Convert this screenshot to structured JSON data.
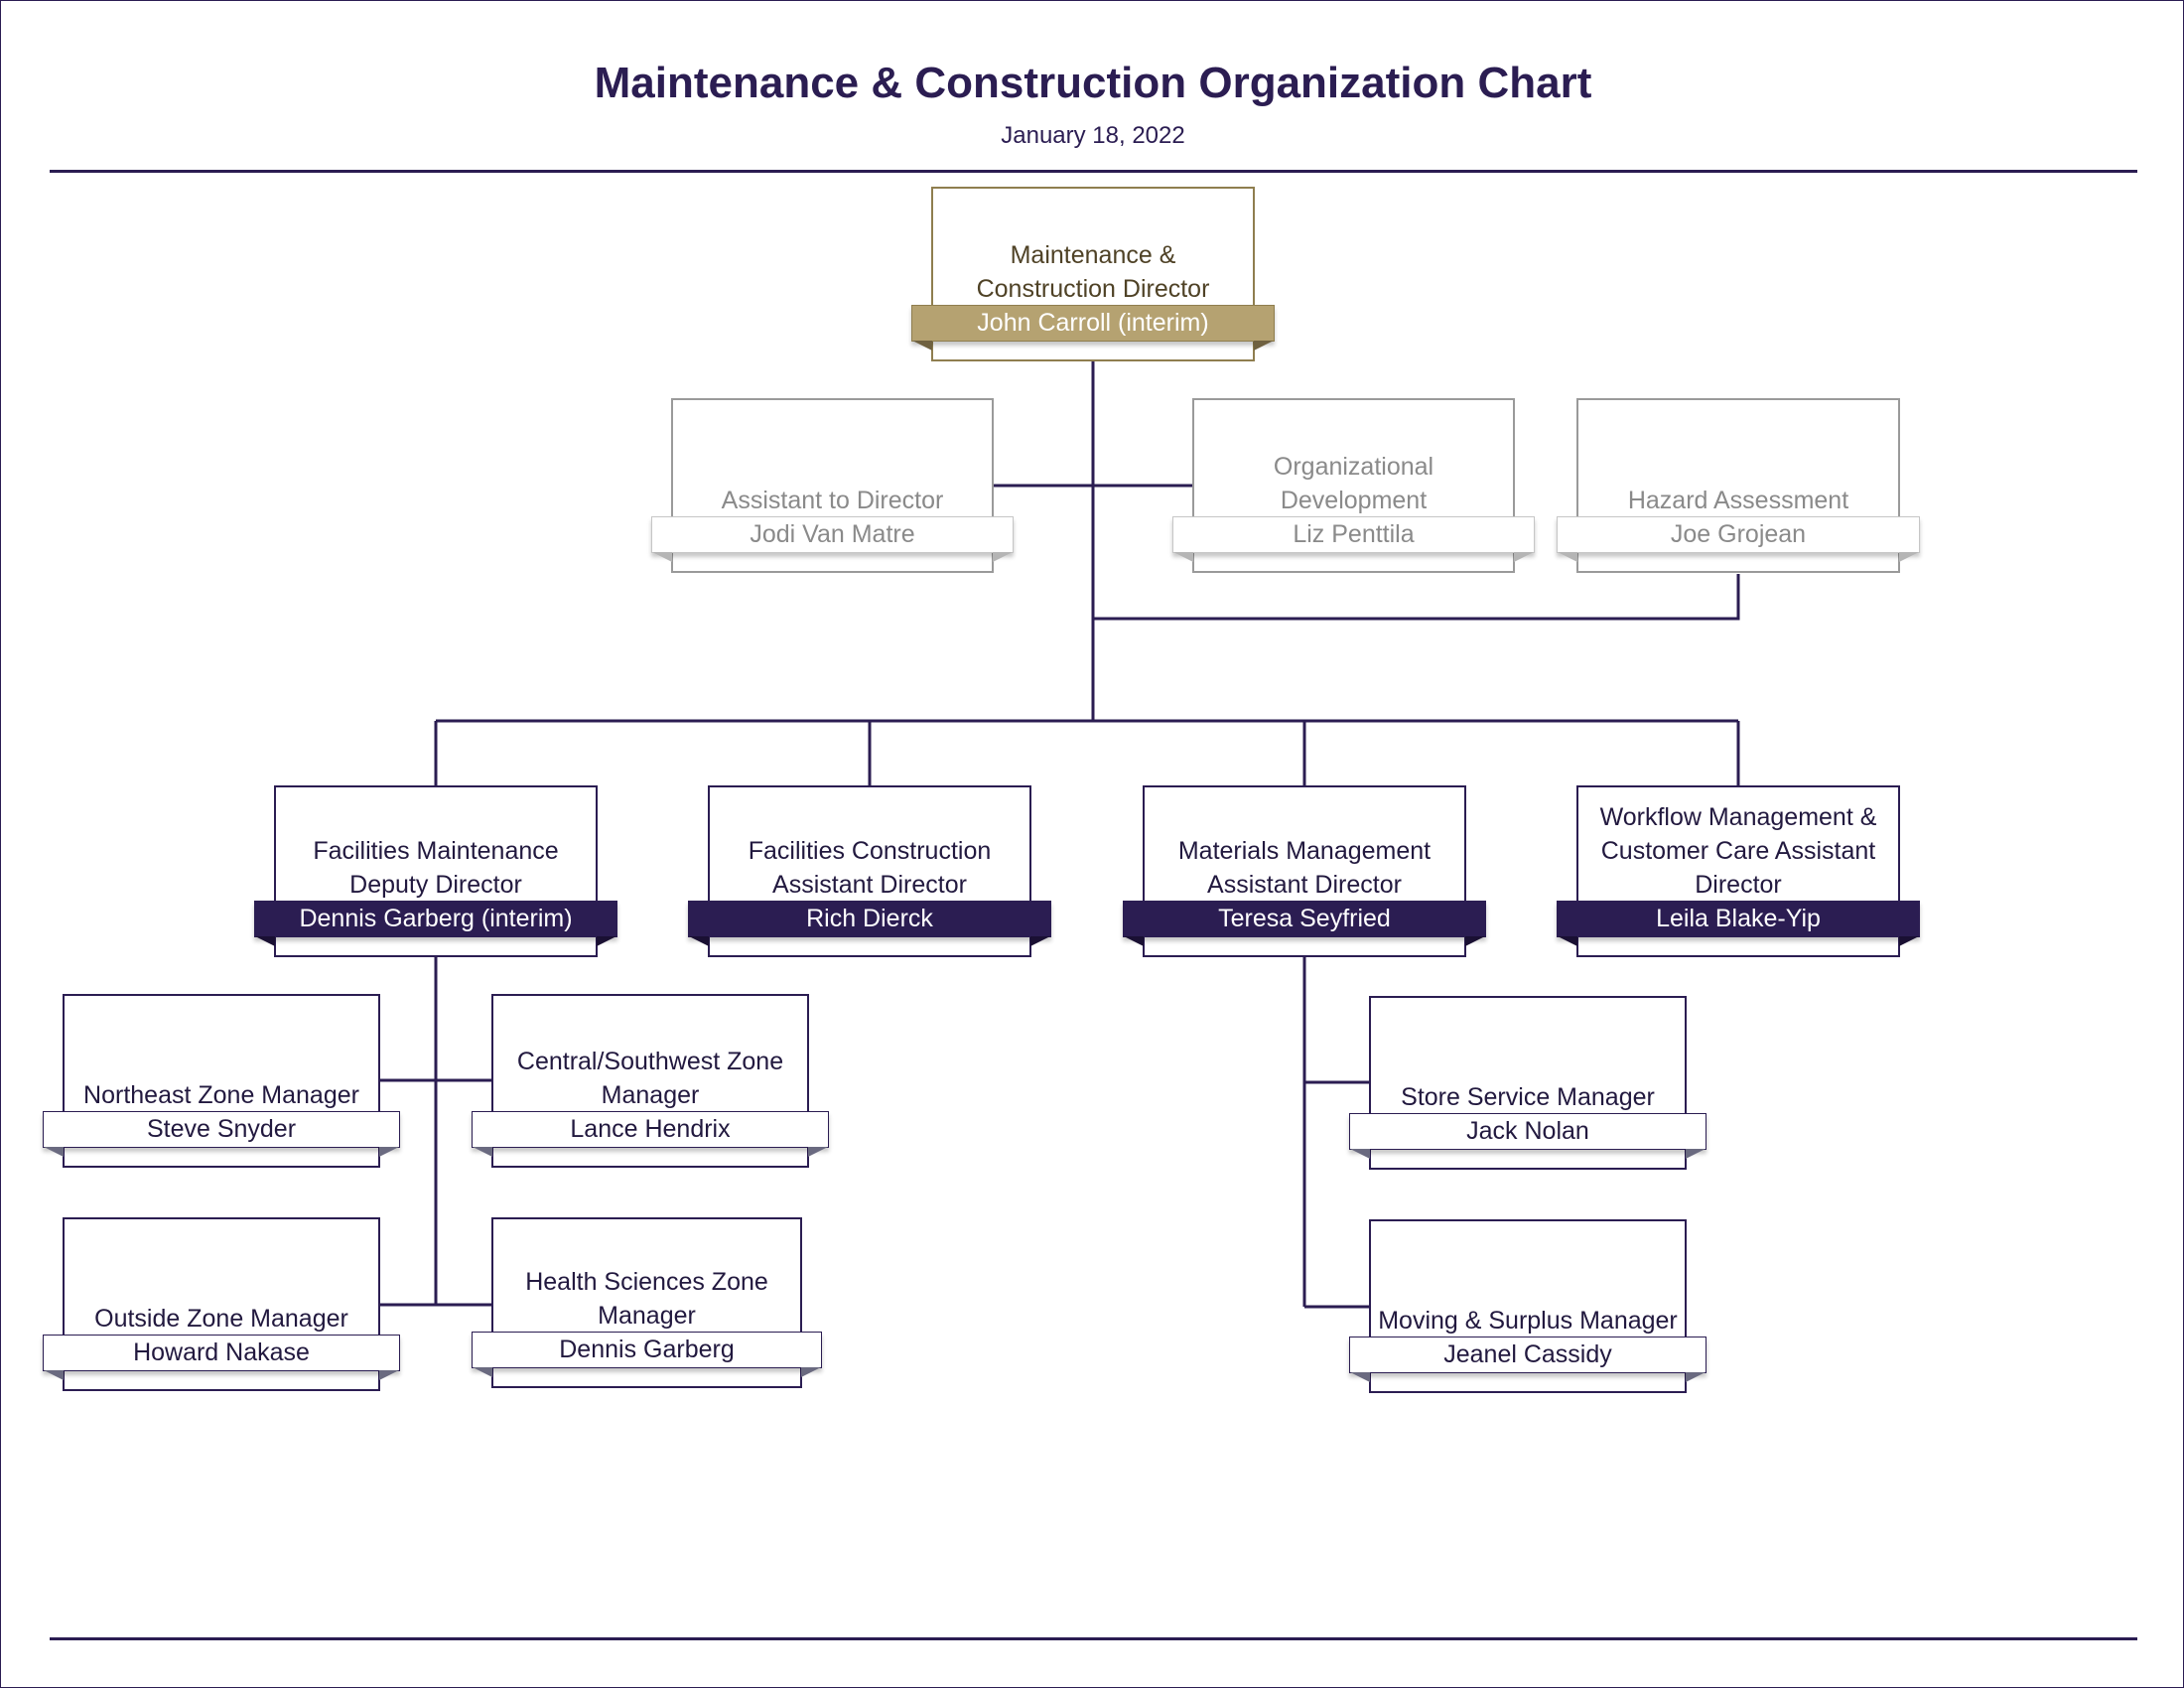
{
  "header": {
    "title": "Maintenance & Construction Organization Chart",
    "date": "January 18, 2022"
  },
  "colors": {
    "primary": "#2b1d52",
    "director_band": "#b5a271",
    "staff_text": "#8a8a8a"
  },
  "director": {
    "role": "Maintenance & Construction Director",
    "name": "John Carroll (interim)"
  },
  "staff": [
    {
      "role": "Assistant to Director",
      "name": "Jodi Van Matre"
    },
    {
      "role": "Organizational Development",
      "name": "Liz Penttila"
    },
    {
      "role": "Hazard Assessment",
      "name": "Joe Grojean"
    }
  ],
  "departments": [
    {
      "role": "Facilities Maintenance Deputy Director",
      "name": "Dennis Garberg (interim)"
    },
    {
      "role": "Facilities Construction Assistant Director",
      "name": "Rich Dierck"
    },
    {
      "role": "Materials Management Assistant Director",
      "name": "Teresa Seyfried"
    },
    {
      "role": "Workflow Management & Customer Care Assistant Director",
      "name": "Leila Blake-Yip"
    }
  ],
  "zones": [
    {
      "role": "Northeast Zone Manager",
      "name": "Steve Snyder"
    },
    {
      "role": "Central/Southwest Zone Manager",
      "name": "Lance Hendrix"
    },
    {
      "role": "Outside Zone Manager",
      "name": "Howard Nakase"
    },
    {
      "role": "Health Sciences Zone Manager",
      "name": "Dennis Garberg"
    }
  ],
  "materials": [
    {
      "role": "Store Service Manager",
      "name": "Jack Nolan"
    },
    {
      "role": "Moving & Surplus Manager",
      "name": "Jeanel Cassidy"
    }
  ]
}
